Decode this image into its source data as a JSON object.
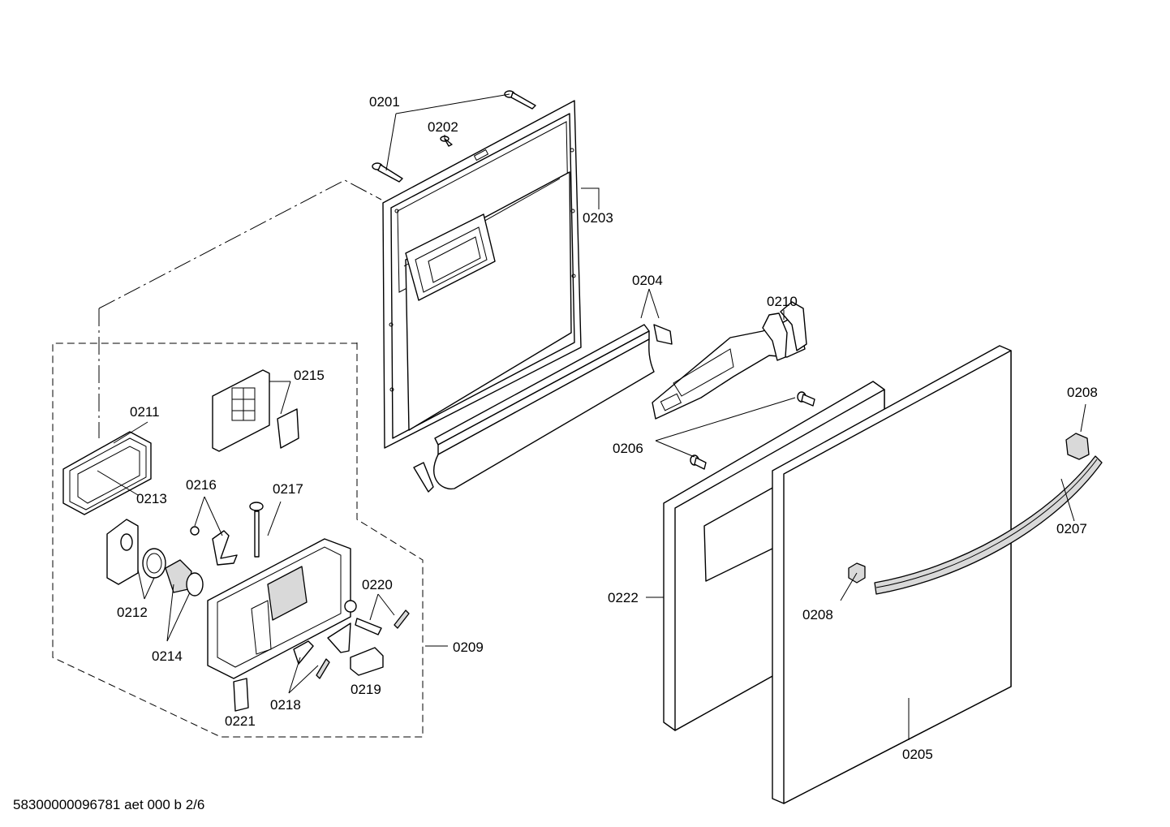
{
  "labels": {
    "l0201": "0201",
    "l0202": "0202",
    "l0203": "0203",
    "l0204": "0204",
    "l0205": "0205",
    "l0206": "0206",
    "l0207": "0207",
    "l0208a": "0208",
    "l0208b": "0208",
    "l0209": "0209",
    "l0210": "0210",
    "l0211": "0211",
    "l0212": "0212",
    "l0213": "0213",
    "l0214": "0214",
    "l0215": "0215",
    "l0216": "0216",
    "l0217": "0217",
    "l0218": "0218",
    "l0219": "0219",
    "l0220": "0220",
    "l0221": "0221",
    "l0222": "0222"
  },
  "footer": "58300000096781 aet 000 b 2/6"
}
